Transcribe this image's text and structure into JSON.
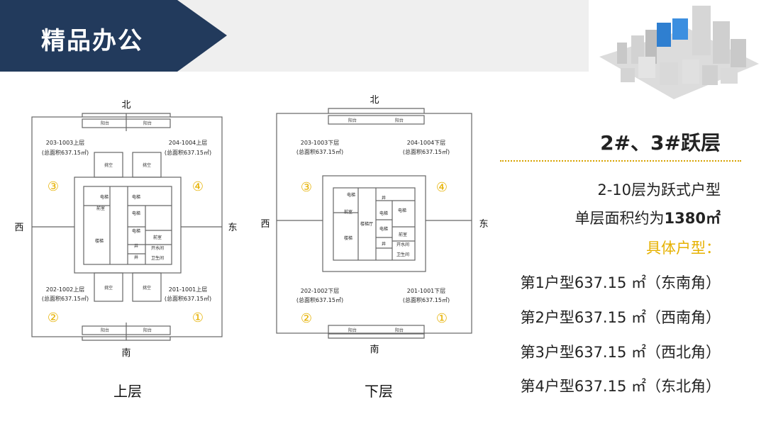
{
  "header": {
    "title": "精品办公"
  },
  "info": {
    "title": "2#、3#跃层",
    "line1": "2-10层为跃式户型",
    "line2_prefix": "单层面积约为",
    "line2_value": "1380㎡",
    "subtitle": "具体户型：",
    "units": [
      "第1户型637.15 ㎡（东南角）",
      "第2户型637.15 ㎡（西南角）",
      "第3户型637.15 ㎡（西北角）",
      "第4户型637.15 ㎡（东北角）"
    ]
  },
  "plans": {
    "upper": {
      "caption": "上层",
      "north": "北",
      "south": "南",
      "west": "西",
      "east": "东",
      "unit_nw": "203-1003上层",
      "unit_ne": "204-1004上层",
      "unit_sw": "202-1002上层",
      "unit_se": "201-1001上层",
      "area": "(总面积637.15㎡)",
      "balcony": "阳台",
      "void": "挑空",
      "n1": "①",
      "n2": "②",
      "n3": "③",
      "n4": "④",
      "core": [
        "电梯",
        "楼梯",
        "前室",
        "电梯",
        "电梯",
        "电梯",
        "井",
        "井",
        "前室",
        "开水间",
        "卫生间"
      ]
    },
    "lower": {
      "caption": "下层",
      "north": "北",
      "south": "南",
      "west": "西",
      "east": "东",
      "unit_nw": "203-1003下层",
      "unit_ne": "204-1004下层",
      "unit_sw": "202-1002下层",
      "unit_se": "201-1001下层",
      "area": "(总面积637.15㎡)",
      "balcony": "阳台",
      "n1": "①",
      "n2": "②",
      "n3": "③",
      "n4": "④",
      "core": [
        "电梯",
        "前室",
        "楼梯",
        "楼梯厅",
        "井",
        "电梯",
        "电梯",
        "电梯",
        "井",
        "前室",
        "开水间",
        "卫生间"
      ]
    }
  }
}
